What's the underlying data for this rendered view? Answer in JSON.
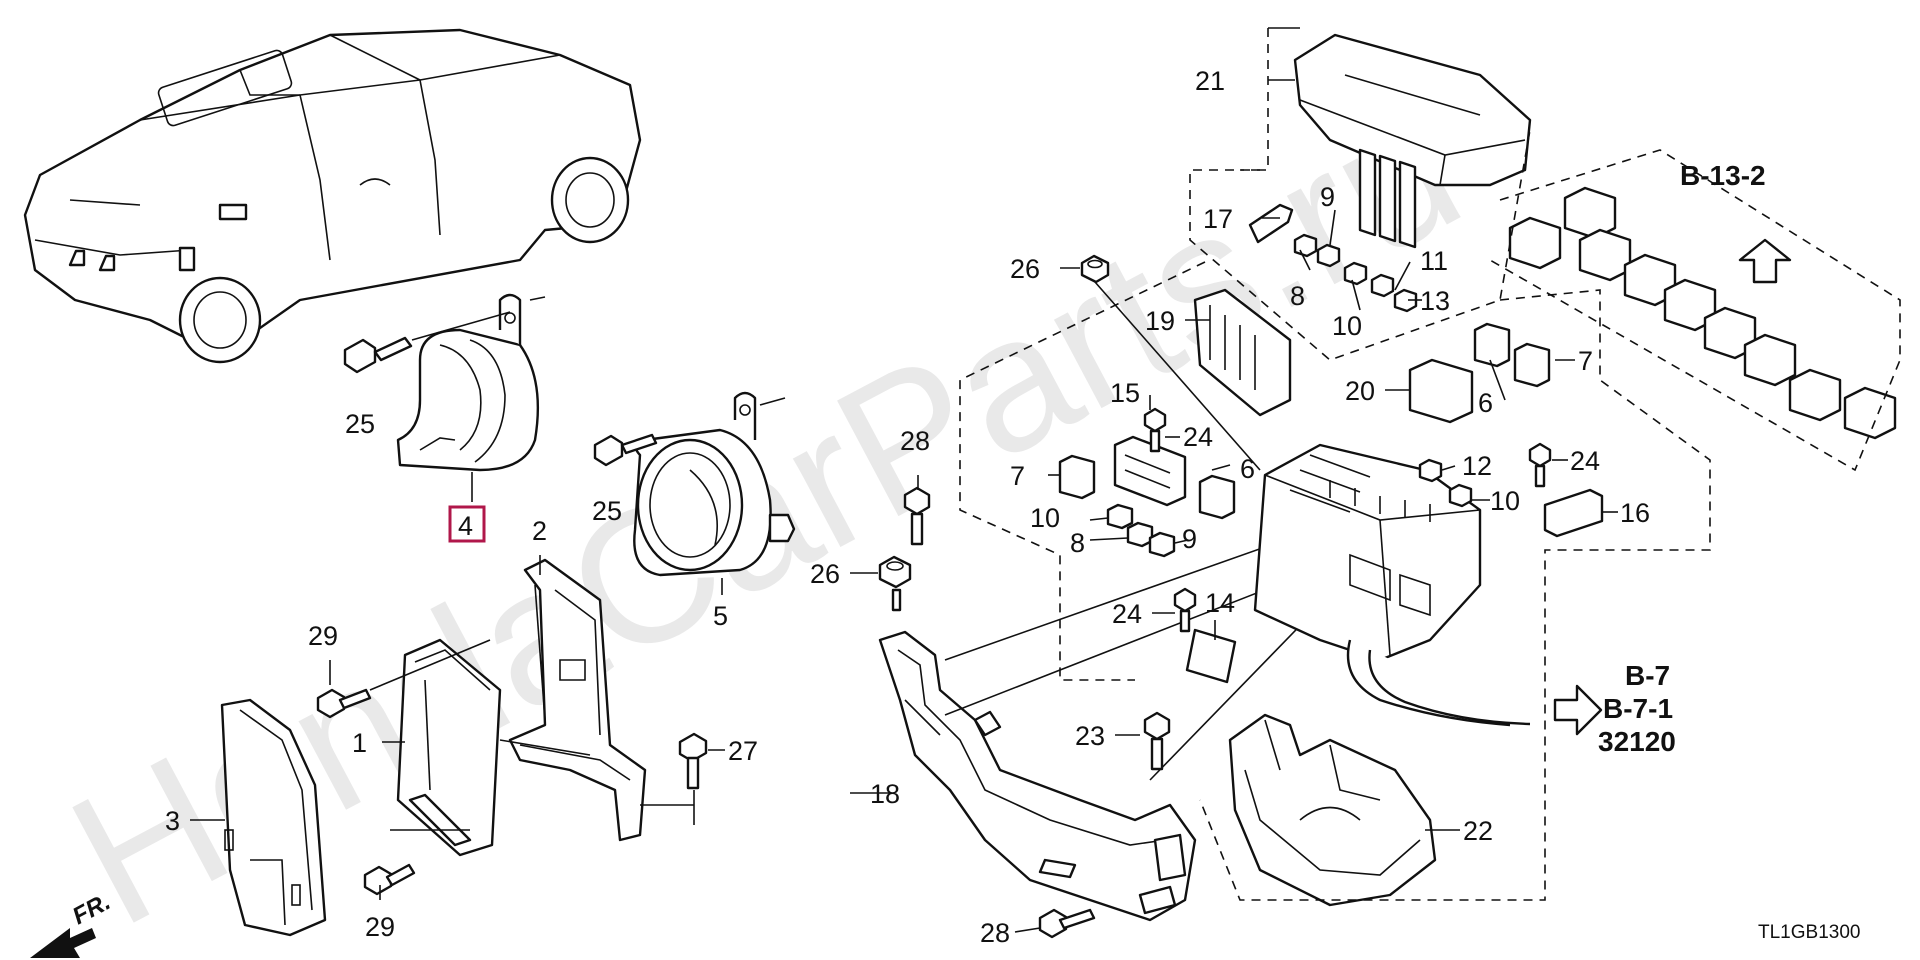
{
  "watermark": "HondaCarParts.ru",
  "diagram_code": "TL1GB1300",
  "front_label": "FR.",
  "highlighted_part": "4",
  "references": {
    "upper": "B-13-2",
    "lower": [
      "B-7",
      "B-7-1",
      "32120"
    ]
  },
  "callouts": {
    "c1": "1",
    "c2": "2",
    "c3": "3",
    "c4": "4",
    "c5": "5",
    "c6a": "6",
    "c6b": "6",
    "c7a": "7",
    "c7b": "7",
    "c8a": "8",
    "c8b": "8",
    "c9a": "9",
    "c9b": "9",
    "c10a": "10",
    "c10b": "10",
    "c10c": "10",
    "c11": "11",
    "c12": "12",
    "c13": "13",
    "c14": "14",
    "c15": "15",
    "c16": "16",
    "c17": "17",
    "c18": "18",
    "c19": "19",
    "c20": "20",
    "c21": "21",
    "c22": "22",
    "c23": "23",
    "c24a": "24",
    "c24b": "24",
    "c24c": "24",
    "c25a": "25",
    "c25b": "25",
    "c26a": "26",
    "c26b": "26",
    "c27": "27",
    "c28a": "28",
    "c28b": "28",
    "c29a": "29",
    "c29b": "29"
  }
}
